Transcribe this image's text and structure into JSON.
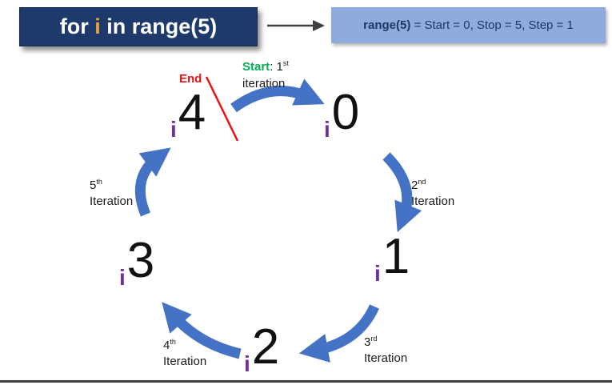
{
  "title_box": {
    "part1": "for ",
    "var": "i",
    "part2": " in range(5)"
  },
  "info_box": {
    "bold": "range(5)",
    "rest": " = Start = 0, Stop = 5, Step = 1"
  },
  "start_label": {
    "word": "Start",
    "colon": ": ",
    "ordinal": "1",
    "suffix": "st",
    "line2": "iteration"
  },
  "end_label": "End",
  "nodes": [
    {
      "sub": "i",
      "value": "0"
    },
    {
      "sub": "i",
      "value": "1"
    },
    {
      "sub": "i",
      "value": "2"
    },
    {
      "sub": "i",
      "value": "3"
    },
    {
      "sub": "i",
      "value": "4"
    }
  ],
  "iteration_labels": [
    {
      "ordinal": "2",
      "suffix": "nd",
      "word": "Iteration"
    },
    {
      "ordinal": "3",
      "suffix": "rd",
      "word": "Iteration"
    },
    {
      "ordinal": "4",
      "suffix": "th",
      "word": "Iteration"
    },
    {
      "ordinal": "5",
      "suffix": "th",
      "word": "Iteration"
    }
  ],
  "colors": {
    "title_box_bg": "#1e3a6d",
    "info_box_bg": "#8faadc",
    "arrow_blue": "#4472c4",
    "navy_text": "#1f3864",
    "var_orange": "#e9a13b",
    "index_purple": "#7030a0",
    "start_green": "#00b050",
    "end_red": "#ee1111",
    "connector_gray": "#404040"
  }
}
